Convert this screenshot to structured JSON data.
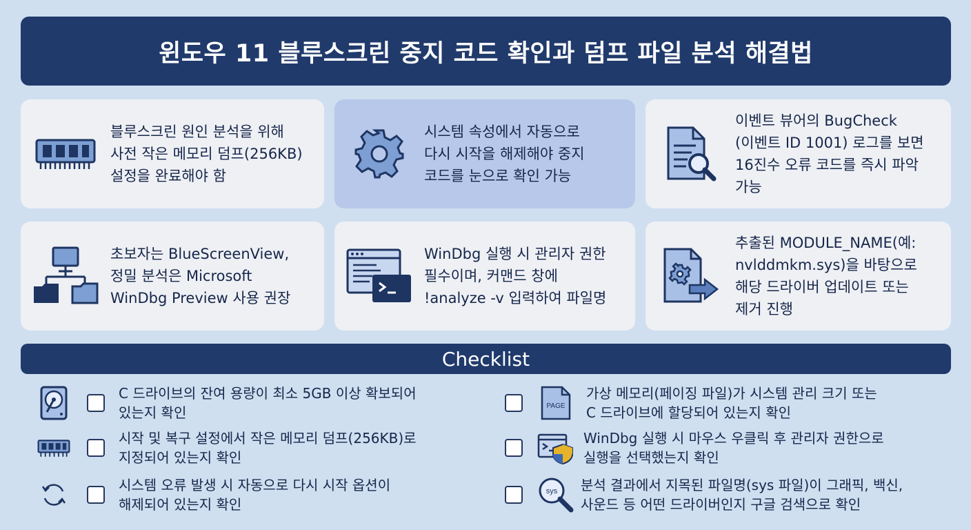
{
  "title": "윈도우 11 블루스크린 중지 코드 확인과 덤프 파일 분석 해결법",
  "cards": [
    {
      "lines": [
        "블루스크린 원인 분석을 위해",
        "사전 작은 메모리 덤프(256KB)",
        "설정을 완료해야 함"
      ],
      "icon": "memory-chip-icon"
    },
    {
      "lines": [
        "시스템 속성에서 자동으로",
        "다시 시작을 해제해야 중지",
        "코드를 눈으로 확인 가능"
      ],
      "icon": "gear-icon"
    },
    {
      "lines": [
        "이벤트 뷰어의 BugCheck",
        "(이벤트 ID 1001) 로그를 보면",
        "16진수 오류 코드를 즉시 파악",
        "가능"
      ],
      "icon": "document-search-icon"
    },
    {
      "lines": [
        "초보자는 BlueScreenView,",
        "정밀 분석은 Microsoft",
        "WinDbg Preview 사용 권장"
      ],
      "icon": "computer-folders-icon"
    },
    {
      "lines": [
        "WinDbg 실행 시 관리자 권한",
        "필수이며, 커맨드 창에",
        "!analyze -v 입력하여 파일명"
      ],
      "icon": "terminal-window-icon"
    },
    {
      "lines": [
        "추출된 MODULE_NAME(예:",
        "nvlddmkm.sys)을 바탕으로",
        "해당 드라이버 업데이트 또는",
        "제거 진행"
      ],
      "icon": "file-gear-arrow-icon"
    }
  ],
  "checklist": {
    "title": "Checklist",
    "items": [
      {
        "lines": [
          "C 드라이브의 잔여 용량이 최소 5GB 이상 확보되어",
          "있는지 확인"
        ],
        "icon": "hard-disk-icon"
      },
      {
        "lines": [
          "가상 메모리(페이징 파일)가 시스템 관리 크기 또는",
          "C 드라이브에 할당되어 있는지 확인"
        ],
        "icon": "page-file-icon",
        "icon_label": "PAGE"
      },
      {
        "lines": [
          "시작 및 복구 설정에서 작은 메모리 덤프(256KB)로",
          "지정되어 있는지 확인"
        ],
        "icon": "memory-chip-icon"
      },
      {
        "lines": [
          "WinDbg 실행 시 마우스 우클릭 후 관리자 권한으로",
          "실행을 선택했는지 확인"
        ],
        "icon": "admin-terminal-icon"
      },
      {
        "lines": [
          "시스템 오류 발생 시 자동으로 다시 시작 옵션이",
          "해제되어 있는지 확인"
        ],
        "icon": "refresh-icon"
      },
      {
        "lines": [
          "분석 결과에서 지목된 파일명(sys 파일)이 그래픽, 백신,",
          "사운드 등 어떤 드라이버인지 구글 검색으로 확인"
        ],
        "icon": "sys-search-icon",
        "icon_label": "sys"
      }
    ]
  },
  "colors": {
    "navy": "#203a6b",
    "card": "#eef0f4",
    "highlight": "#b7c8ea",
    "background": "#cfdff0",
    "icon_fill": "#7d9fd3"
  }
}
